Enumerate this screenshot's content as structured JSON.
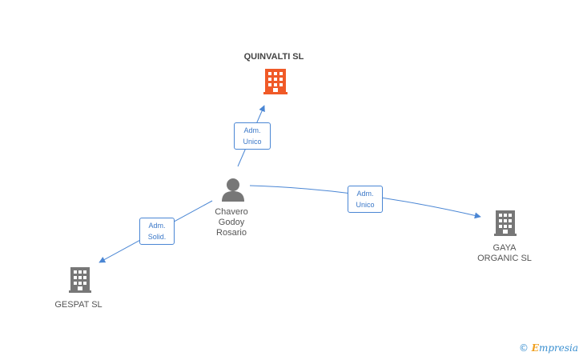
{
  "nodes": {
    "quinvalti": {
      "label": "QUINVALTI SL",
      "icon": "building-icon",
      "color": "#f05a28"
    },
    "person": {
      "label_lines": [
        "Chavero",
        "Godoy",
        "Rosario"
      ],
      "icon": "person-icon",
      "color": "#777777"
    },
    "gaya": {
      "label_lines": [
        "GAYA",
        "ORGANIC SL"
      ],
      "icon": "building-icon",
      "color": "#777777"
    },
    "gespat": {
      "label": "GESPAT SL",
      "icon": "building-icon",
      "color": "#777777"
    }
  },
  "edges": {
    "to_quinvalti": {
      "role_lines": [
        "Adm.",
        "Unico"
      ]
    },
    "to_gaya": {
      "role_lines": [
        "Adm.",
        "Unico"
      ]
    },
    "to_gespat": {
      "role_lines": [
        "Adm.",
        "Solid."
      ]
    }
  },
  "colors": {
    "edge": "#4a86d4",
    "highlight": "#f05a28",
    "neutral": "#777777"
  },
  "watermark": {
    "copyright": "©",
    "brand_initial": "E",
    "brand_rest": "mpresia"
  }
}
